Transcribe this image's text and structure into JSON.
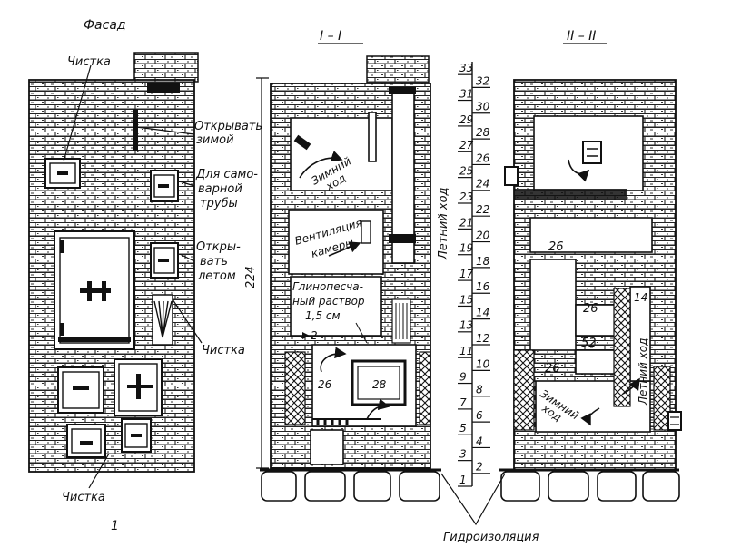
{
  "figure_number": "1",
  "facade": {
    "title": "Фасад",
    "labels": {
      "cleanout_top": "Чистка",
      "open_winter_1": "Открывать",
      "open_winter_2": "зимой",
      "samovar_1": "Для само-",
      "samovar_2": "варной",
      "samovar_3": "трубы",
      "open_summer_1": "Откры-",
      "open_summer_2": "вать",
      "open_summer_3": "летом",
      "cleanout_right": "Чистка",
      "cleanout_bottom": "Чистка"
    }
  },
  "section_1": {
    "title": "I – I",
    "labels": {
      "winter_flue_1": "Зимний",
      "winter_flue_2": "ход",
      "ventilation_1": "Вентиляция",
      "ventilation_2": "камеры",
      "mortar_1": "Глинопесча-",
      "mortar_2": "ный раствор",
      "mortar_3": "1,5 см",
      "dim_2": "2",
      "dim_26": "26",
      "dim_28": "28",
      "summer_flue": "Летний ход",
      "height_224": "224"
    }
  },
  "course_scale": [
    "1",
    "2",
    "3",
    "4",
    "5",
    "6",
    "7",
    "8",
    "9",
    "10",
    "11",
    "12",
    "13",
    "14",
    "15",
    "16",
    "17",
    "18",
    "19",
    "20",
    "21",
    "22",
    "23",
    "24",
    "25",
    "26",
    "27",
    "28",
    "29",
    "30",
    "31",
    "32",
    "33"
  ],
  "section_2": {
    "title": "II – II",
    "labels": {
      "dim_26_a": "26",
      "dim_26_b": "26",
      "dim_52": "52",
      "dim_26_c": "26",
      "dim_14": "14",
      "summer_flue": "Летний ход",
      "winter_flue_1": "Зимний",
      "winter_flue_2": "ход"
    }
  },
  "waterproofing": "Гидроизоляция"
}
